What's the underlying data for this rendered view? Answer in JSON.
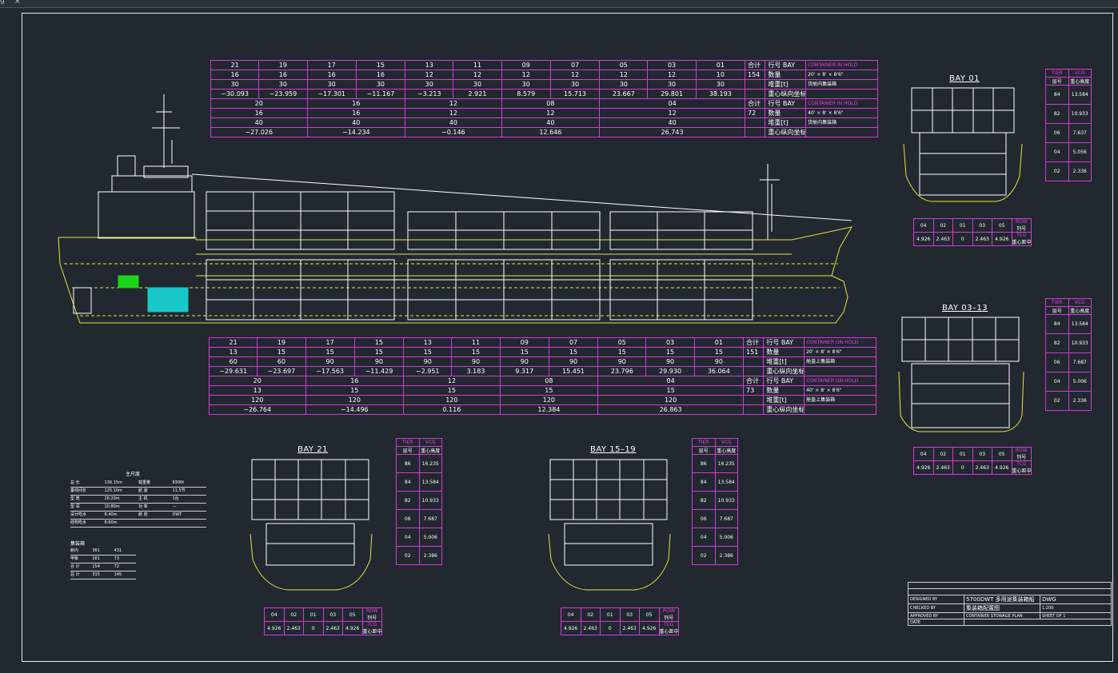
{
  "tab": {
    "label": "g",
    "close": "×"
  },
  "top_table": {
    "fwd_rows": [
      [
        "21",
        "19",
        "17",
        "15",
        "13",
        "11",
        "09",
        "07",
        "05",
        "03",
        "01"
      ],
      [
        "16",
        "16",
        "16",
        "16",
        "12",
        "12",
        "12",
        "12",
        "12",
        "12",
        "10"
      ],
      [
        "30",
        "30",
        "30",
        "30",
        "30",
        "30",
        "30",
        "30",
        "30",
        "30",
        "30"
      ],
      [
        "−30.093",
        "−23.959",
        "−17.301",
        "−11.167",
        "−3.213",
        "2.921",
        "8.579",
        "15.713",
        "23.667",
        "29.801",
        "38.193"
      ]
    ],
    "pair_rows": [
      [
        "20",
        "16",
        "12",
        "08",
        "04"
      ],
      [
        "16",
        "16",
        "12",
        "12",
        "12"
      ],
      [
        "40",
        "40",
        "40",
        "40",
        "40"
      ],
      [
        "−27.026",
        "−14.234",
        "−0.146",
        "12.646",
        "26.743"
      ]
    ],
    "total1": "合计",
    "total1_val": "154",
    "total2": "合计",
    "total2_val": "72",
    "labels1": [
      "行号 BAY",
      "数量",
      "堆重[t]",
      "重心纵向坐标"
    ],
    "labels2": [
      "行号 BAY",
      "数量",
      "堆重[t]",
      "重心纵向坐标"
    ],
    "desc1": [
      "CONTAINER IN HOLD",
      "20' × 8' × 8'6\"",
      "货舱内集装箱"
    ],
    "desc2": [
      "CONTAINER IN HOLD",
      "40' × 8' × 8'6\"",
      "货舱内集装箱"
    ]
  },
  "mid_table": {
    "fwd_rows": [
      [
        "21",
        "19",
        "17",
        "15",
        "13",
        "11",
        "09",
        "07",
        "05",
        "03",
        "01"
      ],
      [
        "13",
        "15",
        "15",
        "15",
        "15",
        "15",
        "15",
        "15",
        "15",
        "15",
        "15"
      ],
      [
        "60",
        "60",
        "90",
        "90",
        "90",
        "90",
        "90",
        "90",
        "90",
        "90",
        "90"
      ],
      [
        "−29.631",
        "−23.697",
        "−17.563",
        "−11.429",
        "−2.951",
        "3.183",
        "9.317",
        "15.451",
        "23.796",
        "29.930",
        "36.064"
      ]
    ],
    "pair_rows": [
      [
        "20",
        "16",
        "12",
        "08",
        "04"
      ],
      [
        "13",
        "15",
        "15",
        "15",
        "15"
      ],
      [
        "120",
        "120",
        "120",
        "120",
        "120"
      ],
      [
        "−26.764",
        "−14.496",
        "0.116",
        "12.384",
        "26.863"
      ]
    ],
    "total1": "合计",
    "total1_val": "151",
    "total2": "合计",
    "total2_val": "73",
    "labels1": [
      "行号 BAY",
      "数量",
      "堆重[t]",
      "重心纵向坐标"
    ],
    "labels2": [
      "行号 BAY",
      "数量",
      "堆重[t]",
      "重心纵向坐标"
    ],
    "desc1": [
      "CONTAINER ON HOLD",
      "20' × 8' × 8'6\"",
      "舱盖上集装箱"
    ],
    "desc2": [
      "CONTAINER ON HOLD",
      "40' × 8' × 8'6\"",
      "舱盖上集装箱"
    ]
  },
  "bays": {
    "bay01": {
      "title": "BAY 01",
      "tiers": [
        [
          "84",
          "13.584"
        ],
        [
          "82",
          "10.933"
        ],
        [
          "06",
          "7.637"
        ],
        [
          "04",
          "5.056"
        ],
        [
          "02",
          "2.336"
        ]
      ],
      "rows": [
        "04",
        "02",
        "01",
        "03",
        "05"
      ],
      "rows_val": [
        "4.926",
        "2.463",
        "0",
        "2.463",
        "4.926"
      ]
    },
    "bay0313": {
      "title": "BAY 03–13",
      "tiers": [
        [
          "84",
          "13.584"
        ],
        [
          "82",
          "10.933"
        ],
        [
          "06",
          "7.687"
        ],
        [
          "04",
          "5.006"
        ],
        [
          "02",
          "2.336"
        ]
      ],
      "rows": [
        "04",
        "02",
        "01",
        "03",
        "05"
      ],
      "rows_val": [
        "4.926",
        "2.463",
        "0",
        "2.463",
        "4.926"
      ]
    },
    "bay21": {
      "title": "BAY 21",
      "tiers": [
        [
          "86",
          "16.235"
        ],
        [
          "84",
          "13.584"
        ],
        [
          "82",
          "10.933"
        ],
        [
          "06",
          "7.687"
        ],
        [
          "04",
          "5.006"
        ],
        [
          "02",
          "2.386"
        ]
      ],
      "rows": [
        "04",
        "02",
        "01",
        "03",
        "05"
      ],
      "rows_val": [
        "4.926",
        "2.463",
        "0",
        "2.463",
        "4.926"
      ]
    },
    "bay1519": {
      "title": "BAY 15–19",
      "tiers": [
        [
          "86",
          "16.235"
        ],
        [
          "84",
          "13.584"
        ],
        [
          "82",
          "10.933"
        ],
        [
          "06",
          "7.687"
        ],
        [
          "04",
          "5.006"
        ],
        [
          "02",
          "2.386"
        ]
      ],
      "rows": [
        "04",
        "02",
        "01",
        "03",
        "05"
      ],
      "rows_val": [
        "4.926",
        "2.463",
        "0",
        "2.463",
        "4.926"
      ]
    }
  },
  "side_header": [
    "TIER",
    "VCG",
    "层号",
    "重心高度"
  ],
  "row_header": [
    "ROW",
    "列号",
    "TCG",
    "重心距中"
  ],
  "spec": {
    "title": "主尺度",
    "rows": [
      [
        "总 长",
        "136.15m",
        "载重量",
        "8300t"
      ],
      [
        "垂线间长",
        "125.10m",
        "航 速",
        "11.5节"
      ],
      [
        "型 宽",
        "20.20m",
        "主 机",
        "1台"
      ],
      [
        "型 深",
        "10.80m",
        "功 率",
        "—"
      ],
      [
        "设计吃水",
        "8.40m",
        "舱 容",
        "DWT"
      ],
      [
        "结构吃水",
        "8.60m",
        "",
        ""
      ]
    ],
    "title2": "集装箱",
    "rows2": [
      [
        "舱内",
        "361",
        "431"
      ],
      [
        "甲板",
        "161",
        "73"
      ],
      [
        "合 计",
        "154",
        "72"
      ],
      [
        "总 计",
        "315",
        "145"
      ]
    ]
  },
  "title_block": {
    "project": "5700DWT 多用途集装箱船",
    "code": "DWG",
    "drawing_cn": "集装箱配置图",
    "drawing_en": "CONTAINER STOWAGE PLAN",
    "rows": [
      "DESIGNED BY",
      "CHECKED BY",
      "APPROVED BY",
      "DATE"
    ],
    "scale": "1:200",
    "sheet": "SHEET  OF  1"
  }
}
